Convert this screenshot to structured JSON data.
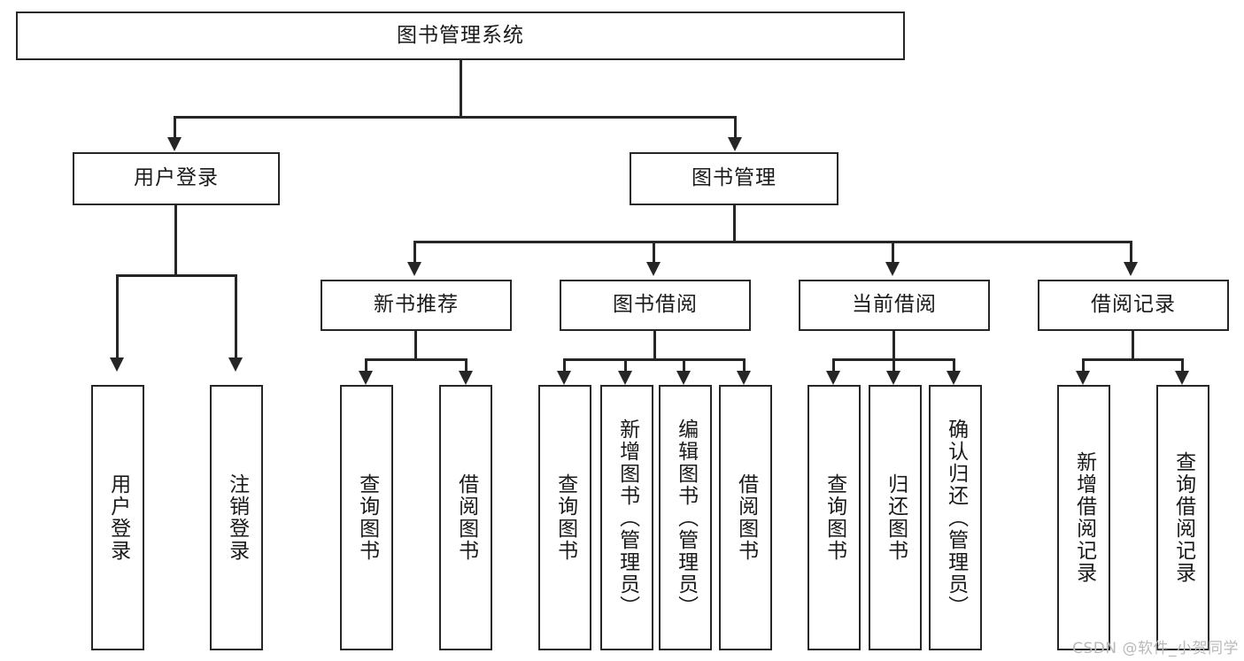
{
  "diagram": {
    "title_node": {
      "label": "图书管理系统"
    },
    "level2": [
      {
        "label": "用户登录"
      },
      {
        "label": "图书管理"
      }
    ],
    "level3": [
      {
        "label": "新书推荐"
      },
      {
        "label": "图书借阅"
      },
      {
        "label": "当前借阅"
      },
      {
        "label": "借阅记录"
      }
    ],
    "leaves": {
      "user_login": [
        {
          "label": "用户登录"
        },
        {
          "label": "注销登录"
        }
      ],
      "new_book": [
        {
          "label": "查询图书"
        },
        {
          "label": "借阅图书"
        }
      ],
      "book_borrow": [
        {
          "label": "查询图书"
        },
        {
          "label": "新增图书（管理员）"
        },
        {
          "label": "编辑图书（管理员）"
        },
        {
          "label": "借阅图书"
        }
      ],
      "current_borrow": [
        {
          "label": "查询图书"
        },
        {
          "label": "归还图书"
        },
        {
          "label": "确认归还（管理员）"
        }
      ],
      "borrow_record": [
        {
          "label": "新增借阅记录"
        },
        {
          "label": "查询借阅记录"
        }
      ]
    }
  },
  "watermark": {
    "text": "CSDN @软件_小贺同学"
  },
  "colors": {
    "stroke": "#262626",
    "background": "#ffffff",
    "text": "#1a1a1a",
    "watermark": "#b9b9b9"
  }
}
